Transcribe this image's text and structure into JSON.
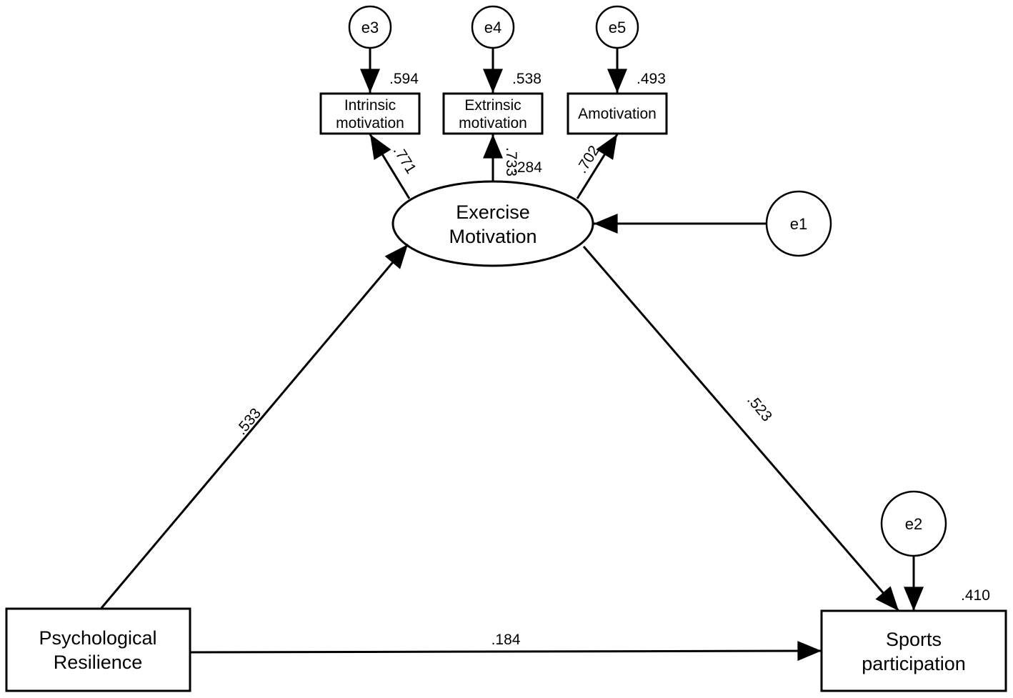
{
  "diagram": {
    "latent": {
      "line1": "Exercise",
      "line2": "Motivation"
    },
    "exogenous": {
      "line1": "Psychological",
      "line2": "Resilience"
    },
    "outcome": {
      "line1": "Sports",
      "line2": "participation"
    },
    "indicators": [
      {
        "line1": "Intrinsic",
        "line2": "motivation",
        "r2": ".594",
        "loading": ".771",
        "error": "e3"
      },
      {
        "line1": "Extrinsic",
        "line2": "motivation",
        "r2": ".538",
        "loading": ".733",
        "error": "e4"
      },
      {
        "line1": "Amotivation",
        "line2": "",
        "r2": ".493",
        "loading": ".702",
        "error": "e5"
      }
    ],
    "latent_residual": "e1",
    "outcome_residual": "e2",
    "latent_r2": ".284",
    "outcome_r2": ".410",
    "paths": {
      "resilience_to_motivation": ".533",
      "motivation_to_participation": ".523",
      "resilience_to_participation": ".184"
    }
  }
}
